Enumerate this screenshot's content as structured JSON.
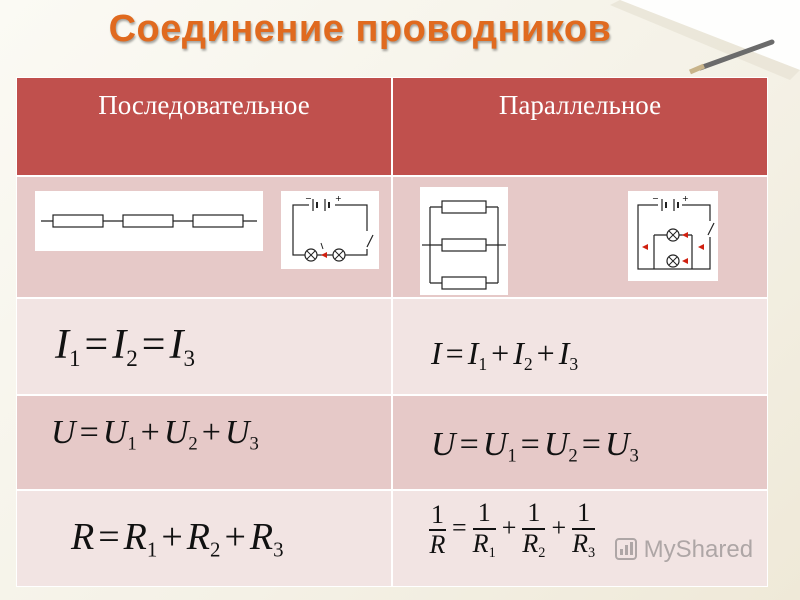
{
  "title": "Соединение проводников",
  "headers": {
    "series": "Последовательное",
    "parallel": "Параллельное"
  },
  "formulas": {
    "series_current": {
      "I": "I",
      "s1": "1",
      "s2": "2",
      "s3": "3"
    },
    "parallel_current": {
      "I": "I",
      "s1": "1",
      "s2": "2",
      "s3": "3"
    },
    "series_voltage": {
      "U": "U",
      "s1": "1",
      "s2": "2",
      "s3": "3"
    },
    "parallel_voltage": {
      "U": "U",
      "s1": "1",
      "s2": "2",
      "s3": "3"
    },
    "series_resistance": {
      "R": "R",
      "s1": "1",
      "s2": "2",
      "s3": "3"
    },
    "parallel_resistance": {
      "one": "1",
      "R": "R",
      "s1": "1",
      "s2": "2",
      "s3": "3"
    }
  },
  "colors": {
    "header_bg": "#c0504d",
    "row_dark": "#e6c9c8",
    "row_light": "#f2e4e3",
    "title": "#e06a1f",
    "current_arrow": "#d02010"
  },
  "watermark": "MyShared"
}
